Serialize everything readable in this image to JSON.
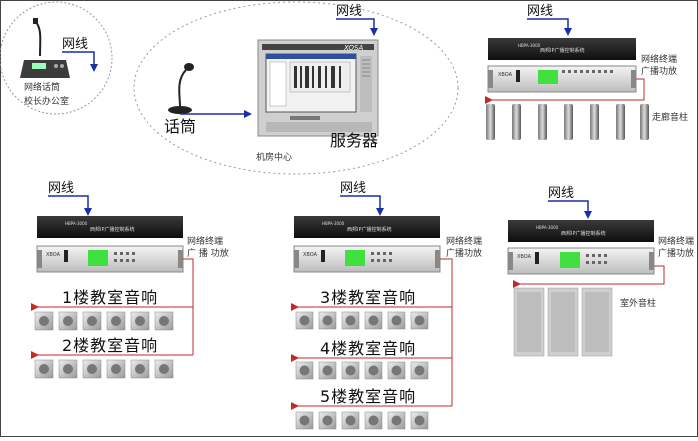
{
  "network_label": "网线",
  "top_left": {
    "device_label": "网络话筒",
    "office_label": "校长办公室"
  },
  "center": {
    "mic_label": "话筒",
    "server_label": "服务器",
    "room_label": "机房中心",
    "server_brand": "XOSA"
  },
  "rack": {
    "top_unit_model": "HBPA-3000",
    "top_unit_text": "西邦IP广播控制系统",
    "amp_brand": "XBOA"
  },
  "terminal_label_line1": "网络终端",
  "terminal_label_line2": "广播功放",
  "terminal_label_alt": "广 播 功放",
  "corridor_label": "走廊音柱",
  "outdoor_label": "室外音柱",
  "floors": [
    "1楼教室音响",
    "2楼教室音响",
    "3楼教室音响",
    "4楼教室音响",
    "5楼教室音响"
  ]
}
